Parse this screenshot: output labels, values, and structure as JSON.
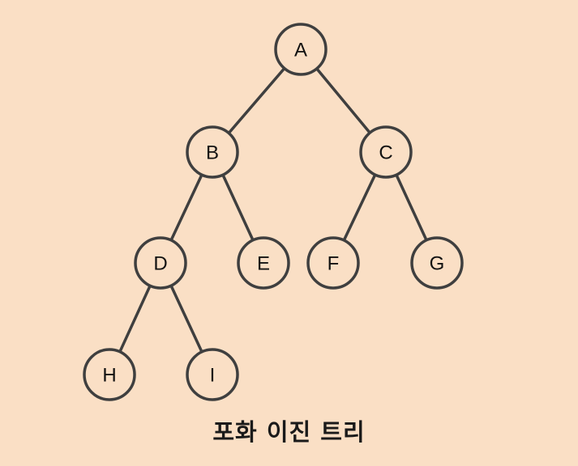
{
  "caption": "포화 이진 트리",
  "nodes": [
    {
      "id": "A",
      "label": "A"
    },
    {
      "id": "B",
      "label": "B"
    },
    {
      "id": "C",
      "label": "C"
    },
    {
      "id": "D",
      "label": "D"
    },
    {
      "id": "E",
      "label": "E"
    },
    {
      "id": "F",
      "label": "F"
    },
    {
      "id": "G",
      "label": "G"
    },
    {
      "id": "H",
      "label": "H"
    },
    {
      "id": "I",
      "label": "I"
    }
  ],
  "edges": [
    {
      "from": "A",
      "to": "B"
    },
    {
      "from": "A",
      "to": "C"
    },
    {
      "from": "B",
      "to": "D"
    },
    {
      "from": "B",
      "to": "E"
    },
    {
      "from": "C",
      "to": "F"
    },
    {
      "from": "C",
      "to": "G"
    },
    {
      "from": "D",
      "to": "H"
    },
    {
      "from": "D",
      "to": "I"
    }
  ]
}
